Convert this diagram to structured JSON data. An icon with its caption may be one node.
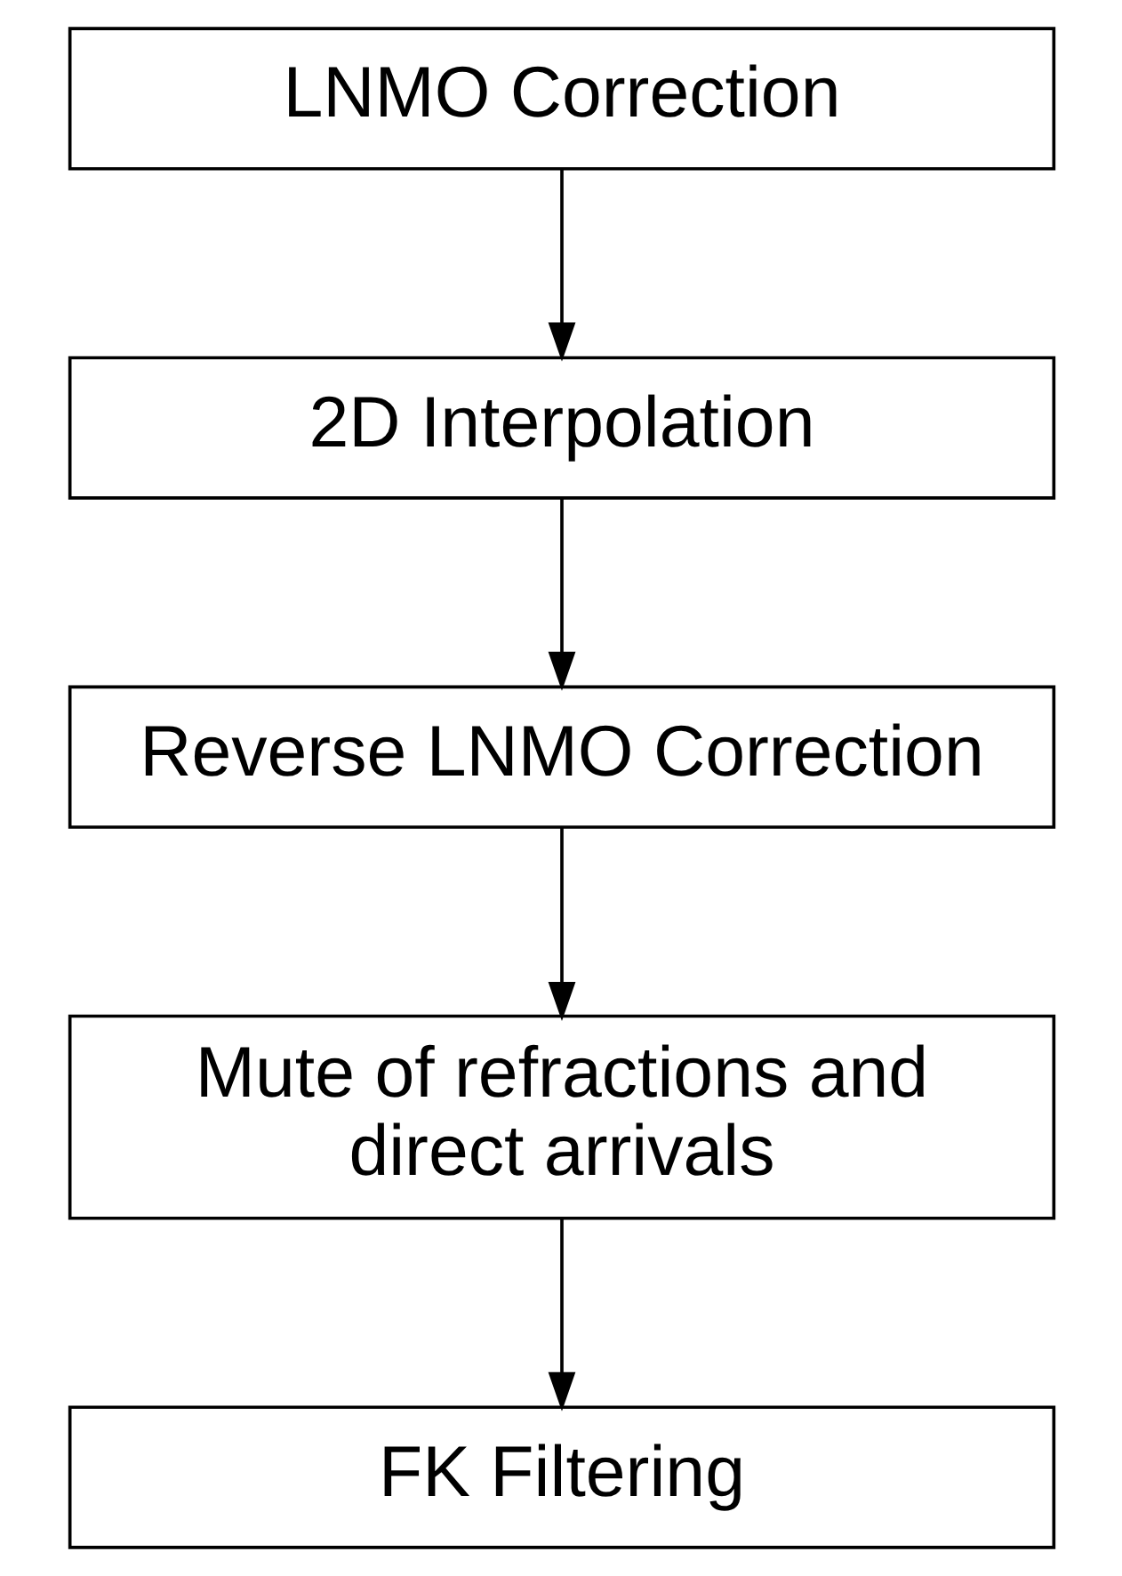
{
  "diagram": {
    "nodes": [
      {
        "text": [
          "LNMO Correction"
        ]
      },
      {
        "text": [
          "2D Interpolation"
        ]
      },
      {
        "text": [
          "Reverse LNMO Correction"
        ]
      },
      {
        "text": [
          "Mute of refractions and direct arrivals"
        ]
      },
      {
        "text": [
          "FK Filtering"
        ]
      }
    ],
    "edges": [
      {
        "from": 0,
        "to": 1,
        "arrow": "to"
      },
      {
        "from": 1,
        "to": 2,
        "arrow": "to"
      },
      {
        "from": 2,
        "to": 3,
        "arrow": "to"
      },
      {
        "from": 3,
        "to": 4,
        "arrow": "to"
      }
    ]
  }
}
